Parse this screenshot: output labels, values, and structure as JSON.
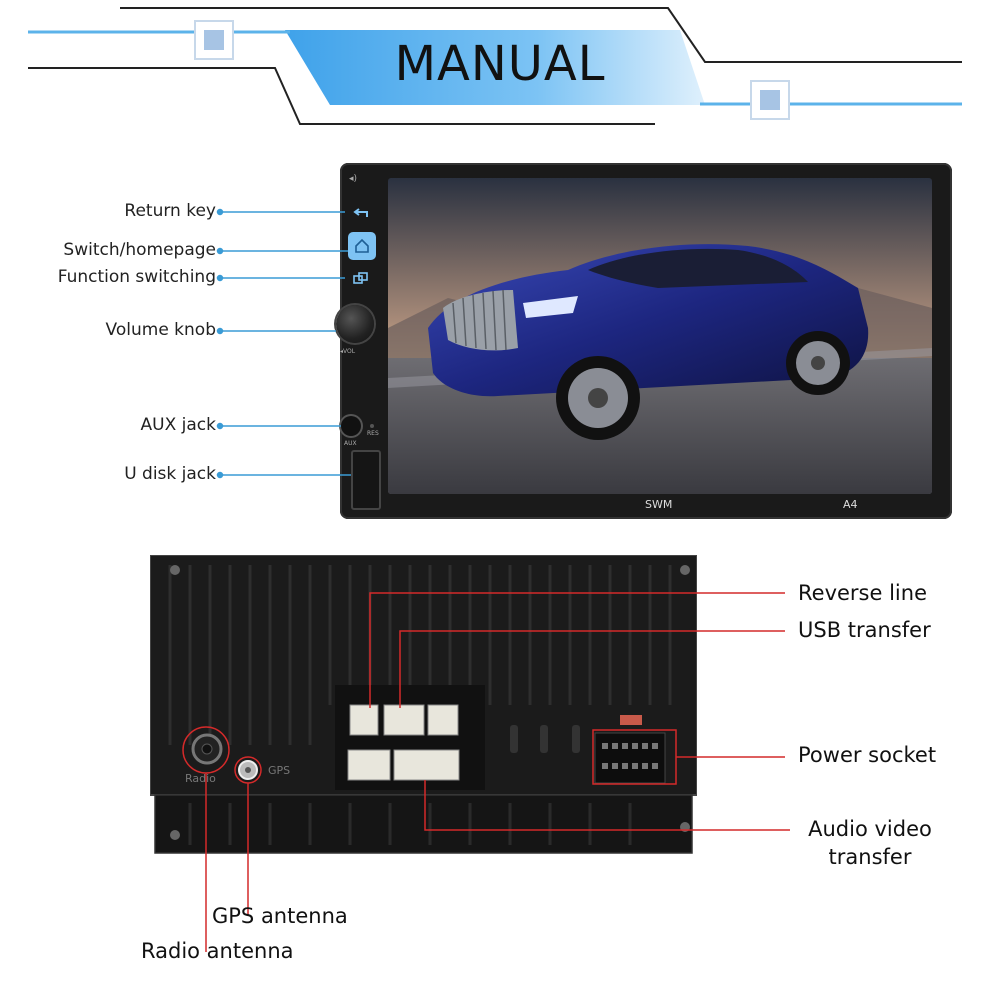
{
  "header": {
    "title": "MANUAL"
  },
  "front_unit": {
    "brand_label": "SWM",
    "model_label": "A4",
    "aux_port_label": "AUX",
    "res_label": "RES",
    "vol_label": "◂VOL",
    "labels": {
      "return_key": "Return key",
      "switch_homepage": "Switch/homepage",
      "function_switching": "Function switching",
      "volume_knob": "Volume knob",
      "aux_jack": "AUX jack",
      "u_disk_jack": "U disk jack"
    }
  },
  "rear_unit": {
    "gps_port_label": "GPS",
    "radio_port_label": "Radio",
    "labels": {
      "reverse_line": "Reverse line",
      "usb_transfer": "USB transfer",
      "power_socket": "Power socket",
      "audio_video_line1": "Audio video",
      "audio_video_line2": "transfer",
      "gps_antenna": "GPS antenna",
      "radio_antenna": "Radio antenna"
    }
  },
  "colors": {
    "front_callout": "#3a9bd5",
    "rear_callout": "#d42a2a",
    "banner_blue": "#6fb9ef"
  }
}
